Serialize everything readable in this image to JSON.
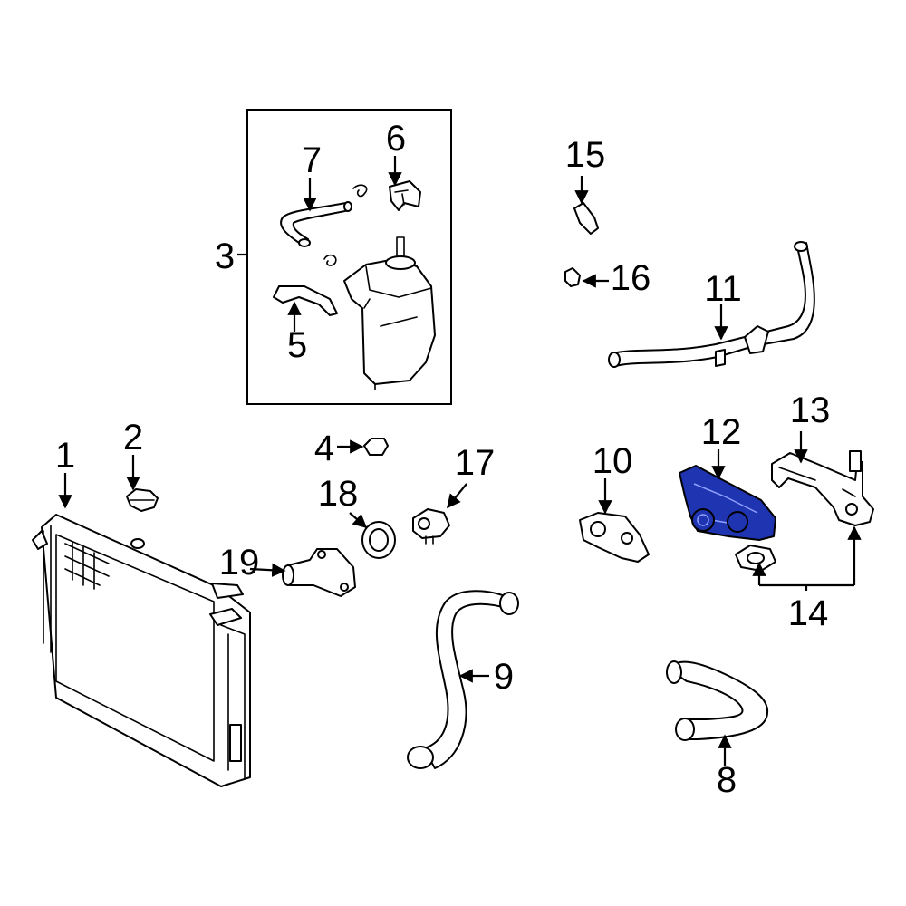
{
  "colors": {
    "background": "#ffffff",
    "line": "#000000",
    "highlight": "#1f34b0"
  },
  "callouts": {
    "c1": "1",
    "c2": "2",
    "c3": "3",
    "c4": "4",
    "c5": "5",
    "c6": "6",
    "c7": "7",
    "c8": "8",
    "c9": "9",
    "c10": "10",
    "c11": "11",
    "c12": "12",
    "c13": "13",
    "c14": "14",
    "c15": "15",
    "c16": "16",
    "c17": "17",
    "c18": "18",
    "c19": "19"
  },
  "highlighted_part": "12"
}
